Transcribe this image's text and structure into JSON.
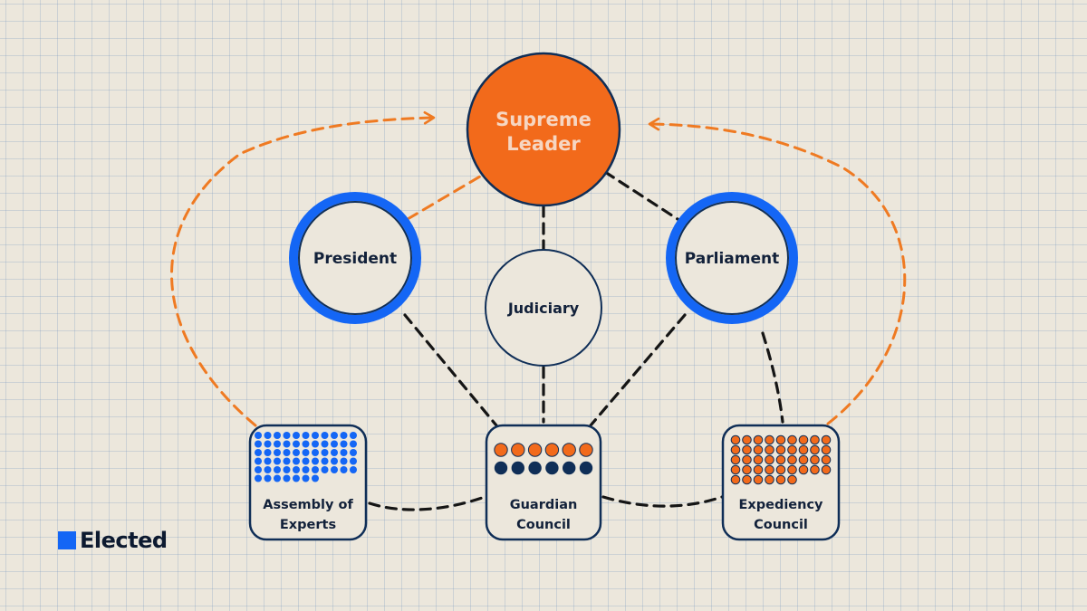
{
  "nodes": {
    "supreme_leader": {
      "line1": "Supreme",
      "line2": "Leader"
    },
    "president": {
      "label": "President"
    },
    "judiciary": {
      "label": "Judiciary"
    },
    "parliament": {
      "label": "Parliament"
    },
    "assembly_of_experts": {
      "line1": "Assembly of",
      "line2": "Experts"
    },
    "guardian_council": {
      "line1": "Guardian",
      "line2": "Council"
    },
    "expediency_council": {
      "line1": "Expediency",
      "line2": "Council"
    }
  },
  "legend": {
    "label": "Elected"
  },
  "colors": {
    "elected": "#1466f5",
    "leader": "#f26a1b",
    "navy": "#0f2e57",
    "orange_line": "#ef7a22",
    "black_line": "#151515"
  }
}
